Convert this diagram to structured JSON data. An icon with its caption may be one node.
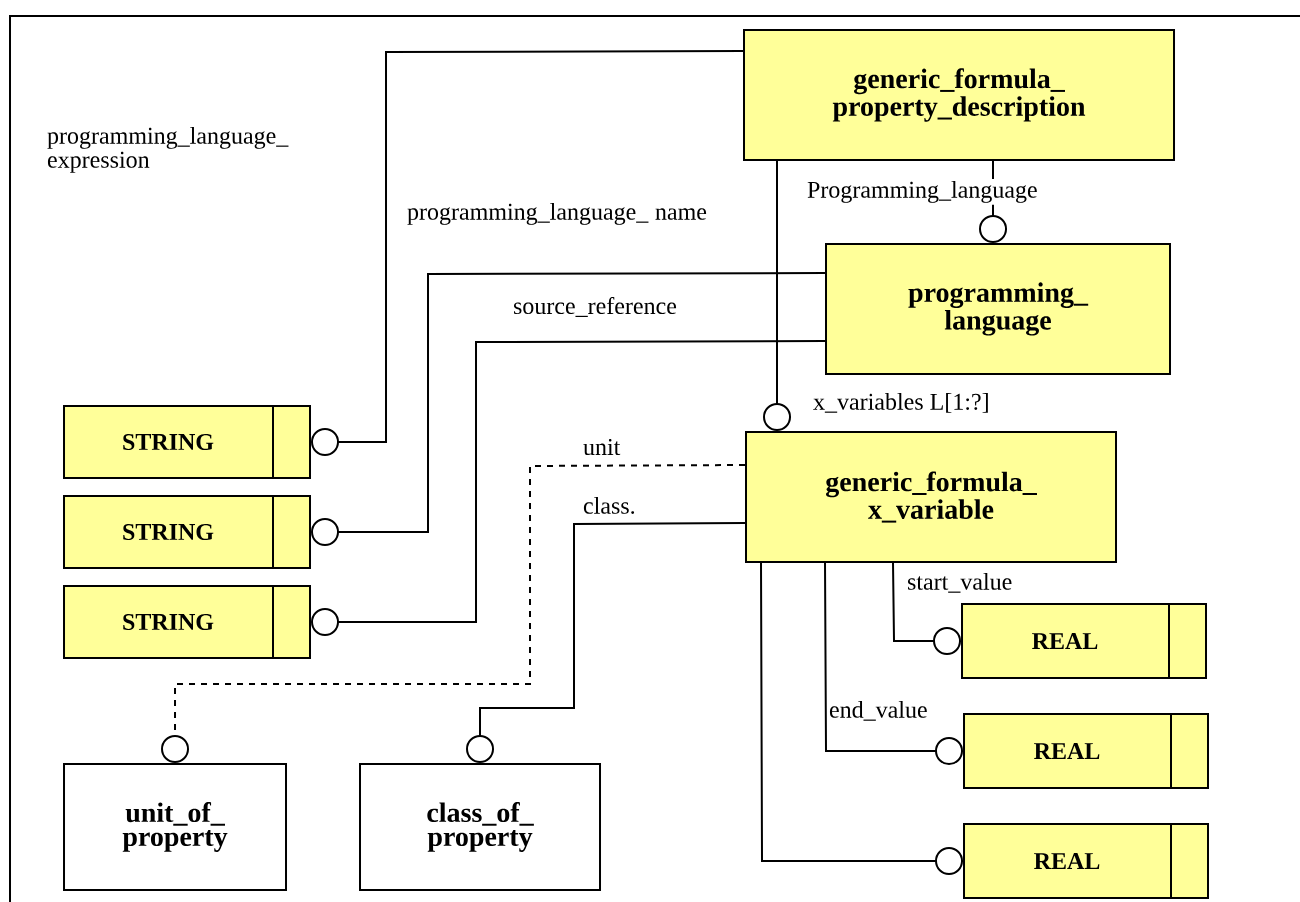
{
  "diagram": {
    "nodes": [
      {
        "text": [
          "generic_formula_ property_description"
        ]
      },
      {
        "text": [
          "programming_ language"
        ]
      },
      {
        "text": [
          "generic_formula_ x_variable"
        ]
      },
      {
        "text": [
          "STRING"
        ]
      },
      {
        "text": [
          "STRING"
        ]
      },
      {
        "text": [
          "STRING"
        ]
      },
      {
        "text": [
          "unit_of_ property"
        ]
      },
      {
        "text": [
          "class_of_ property"
        ]
      },
      {
        "text": [
          "REAL"
        ]
      },
      {
        "text": [
          "REAL"
        ]
      },
      {
        "text": [
          "REAL"
        ]
      }
    ],
    "edges": [
      {
        "from": 0,
        "to": 3,
        "arrow": "other",
        "label": "programming_language_ expression"
      },
      {
        "from": 1,
        "to": 4,
        "arrow": "other",
        "label": "programming_language_ name"
      },
      {
        "from": 1,
        "to": 5,
        "arrow": "other",
        "label": "source_reference"
      },
      {
        "from": 0,
        "to": 1,
        "arrow": "other",
        "label": "Programming_language"
      },
      {
        "from": 0,
        "to": 2,
        "arrow": "other",
        "label": "x_variables L[1:?]"
      },
      {
        "from": 2,
        "to": 6,
        "arrow": "other",
        "label": "unit",
        "style": "dashed"
      },
      {
        "from": 2,
        "to": 7,
        "arrow": "other",
        "label": "class."
      },
      {
        "from": 2,
        "to": 8,
        "arrow": "other",
        "label": "start_value"
      },
      {
        "from": 2,
        "to": 9,
        "arrow": "other",
        "label": "end_value"
      },
      {
        "from": 2,
        "to": 10,
        "arrow": "other"
      }
    ]
  }
}
